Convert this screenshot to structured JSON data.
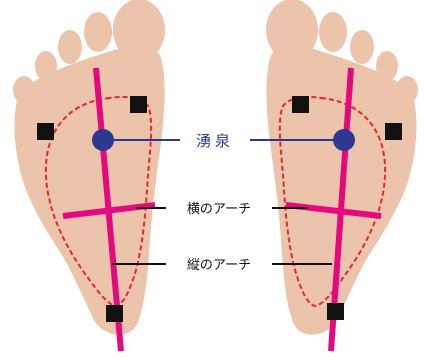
{
  "labels": {
    "yusen": "湧泉",
    "transverse_arch": "横のアーチ",
    "longitudinal_arch": "縦のアーチ"
  },
  "colors": {
    "skin": "#ecc3ab",
    "axis_line": "#e5097f",
    "arch_outline": "#e8262b",
    "yusen_point": "#2b3990",
    "marker": "#111111"
  }
}
